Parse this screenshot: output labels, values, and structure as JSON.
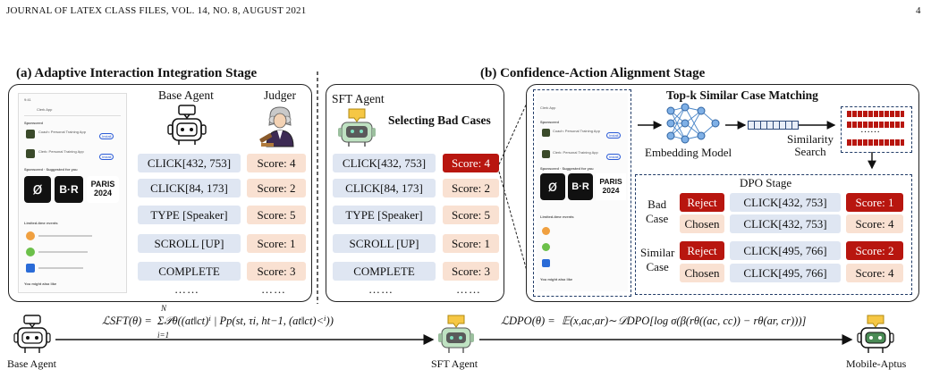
{
  "header": {
    "journal": "JOURNAL OF LATEX CLASS FILES, VOL. 14, NO. 8, AUGUST 2021",
    "page": "4"
  },
  "stage_a": {
    "title": "(a) Adaptive Interaction Integration Stage",
    "base_agent_label": "Base Agent",
    "judger_label": "Judger",
    "actions": [
      "CLICK[432, 753]",
      "CLICK[84, 173]",
      "TYPE [Speaker]",
      "SCROLL [UP]",
      "COMPLETE"
    ],
    "scores": [
      "Score: 4",
      "Score: 2",
      "Score: 5",
      "Score: 1",
      "Score: 3"
    ],
    "ellipsis": "……"
  },
  "stage_b": {
    "title": "(b) Confidence-Action Alignment Stage",
    "sft_agent_label": "SFT Agent",
    "selecting_label": "Selecting Bad Cases",
    "actions": [
      "CLICK[432, 753]",
      "CLICK[84, 173]",
      "TYPE [Speaker]",
      "SCROLL [UP]",
      "COMPLETE"
    ],
    "scores": [
      "Score: 4",
      "Score: 2",
      "Score: 5",
      "Score: 1",
      "Score: 3"
    ],
    "ellipsis": "……",
    "topk_title": "Top-k Similar Case Matching",
    "embedding_label": "Embedding Model",
    "similarity_label_1": "Similarity",
    "similarity_label_2": "Search",
    "similar_dots": "……",
    "dpo": {
      "title": "DPO Stage",
      "bad_case_1": "Bad",
      "bad_case_2": "Case",
      "similar_case_1": "Similar",
      "similar_case_2": "Case",
      "rows": [
        {
          "tag": "Reject",
          "action": "CLICK[432, 753]",
          "score": "Score: 1"
        },
        {
          "tag": "Chosen",
          "action": "CLICK[432, 753]",
          "score": "Score: 4"
        },
        {
          "tag": "Reject",
          "action": "CLICK[495, 766]",
          "score": "Score: 2"
        },
        {
          "tag": "Chosen",
          "action": "CLICK[495, 766]",
          "score": "Score: 4"
        }
      ]
    }
  },
  "phone": {
    "search_text": "Clerk App",
    "sponsored_label": "Sponsored",
    "suggested_label": "Sponsored · Suggested for you",
    "app_1": "Coach: Personal Training App",
    "app_2": "Clerk: Personal Training App",
    "install": "Install",
    "tile_2": "B·R",
    "tile_3a": "PARIS",
    "tile_3b": "2024",
    "limited_label": "Limited-time events",
    "might_like": "You might also like"
  },
  "bottom": {
    "base_agent": "Base Agent",
    "sft_agent": "SFT Agent",
    "mobile_aptus": "Mobile-Aptus",
    "sft_loss_lhs": "ℒSFT(θ) =",
    "sft_loss_rhs": "Σ𝒫θ((at‖ct)ⁱ | Pp(st, τi, ht−1, (at‖ct)<ⁱ))",
    "sft_sum_top": "N",
    "sft_sum_bot": "i=1",
    "dpo_loss_lhs": "ℒDPO(θ) =",
    "dpo_loss_rhs": "𝔼(x,ac,ar)∼𝒟DPO[log σ(β(rθ((ac, cc)) − rθ(ar, cr)))]"
  },
  "colors": {
    "pill_blue": "#dfe6f2",
    "pill_peach": "#f9e1d2",
    "pill_red": "#b8160f",
    "dashed_navy": "#1f3a66"
  }
}
